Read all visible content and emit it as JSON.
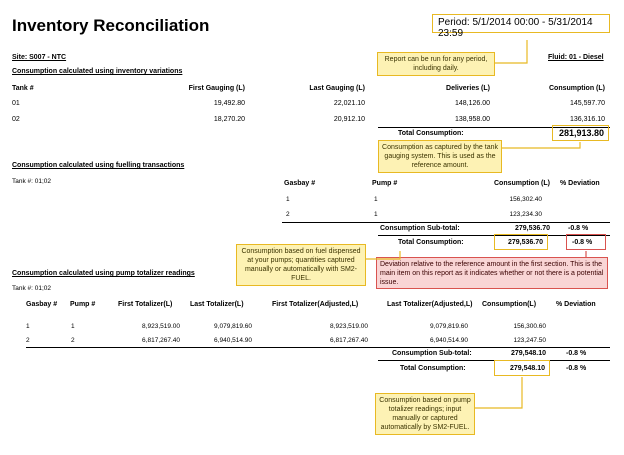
{
  "title": "Inventory Reconciliation",
  "period": "Period: 5/1/2014 00:00 - 5/31/2014 23:59",
  "site": "Site: S007 - NTC",
  "fluid": "Fluid: 01 - Diesel",
  "section1": {
    "heading": "Consumption calculated using inventory variations",
    "columns": [
      "Tank #",
      "First Gauging (L)",
      "Last Gauging (L)",
      "Deliveries (L)",
      "Consumption (L)"
    ],
    "rows": [
      [
        "01",
        "19,492.80",
        "22,021.10",
        "148,126.00",
        "145,597.70"
      ],
      [
        "02",
        "18,270.20",
        "20,912.10",
        "138,958.00",
        "136,316.10"
      ]
    ],
    "total_label": "Total Consumption:",
    "total_value": "281,913.80"
  },
  "section2": {
    "heading": "Consumption calculated using fuelling transactions",
    "tank": "Tank #: 01;02",
    "columns": [
      "Gasbay #",
      "Pump #",
      "Consumption (L)",
      "% Deviation"
    ],
    "rows": [
      [
        "1",
        "1",
        "156,302.40"
      ],
      [
        "2",
        "1",
        "123,234.30"
      ]
    ],
    "subtotal_label": "Consumption Sub-total:",
    "subtotal_value": "279,536.70",
    "subtotal_dev": "-0.8 %",
    "total_label": "Total Consumption:",
    "total_value": "279,536.70",
    "total_dev": "-0.8 %"
  },
  "section3": {
    "heading": "Consumption calculated using pump totalizer readings",
    "tank": "Tank #: 01;02",
    "columns": [
      "Gasbay #",
      "Pump #",
      "First Totalizer(L)",
      "Last Totalizer(L)",
      "First Totalizer(Adjusted,L)",
      "Last Totalizer(Adjusted,L)",
      "Consumption(L)",
      "% Deviation"
    ],
    "rows": [
      [
        "1",
        "1",
        "8,923,519.00",
        "9,079,819.60",
        "8,923,519.00",
        "9,079,819.60",
        "156,300.60"
      ],
      [
        "2",
        "2",
        "6,817,267.40",
        "6,940,514.90",
        "6,817,267.40",
        "6,940,514.90",
        "123,247.50"
      ]
    ],
    "subtotal_label": "Consumption Sub-total:",
    "subtotal_value": "279,548.10",
    "subtotal_dev": "-0.8 %",
    "total_label": "Total Consumption:",
    "total_value": "279,548.10",
    "total_dev": "-0.8 %"
  },
  "callouts": {
    "period_note": "Report can be run for any period, including daily.",
    "reference_note": "Consumption as captured by the tank gauging system. This is used as the reference amount.",
    "fuel_note": "Consumption based on fuel dispensed at your pumps; quantities captured manually or automatically with SM2-FUEL.",
    "deviation_note": "Deviation relative to the reference amount in the first section. This is the main item on this report as it indicates whether or not there is a potential issue.",
    "totalizer_note": "Consumption based on pump totalizer readings; input manually or captured automatically by SM2-FUEL."
  }
}
